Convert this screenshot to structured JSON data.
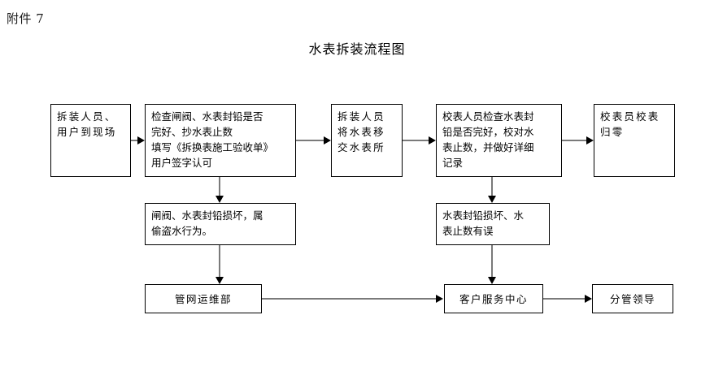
{
  "document": {
    "attachment_label": "附件 7",
    "title": "水表拆装流程图"
  },
  "flowchart": {
    "type": "flowchart",
    "orientation": "left-to-right with downward exception branches",
    "nodes": [
      {
        "id": "n1",
        "label": "拆装人员、\n用户到现场"
      },
      {
        "id": "n2",
        "label": "检查闸阀、水表封铅是否\n完好、抄水表止数\n填写《拆换表施工验收单》\n用户签字认可"
      },
      {
        "id": "n3",
        "label": "拆装人员\n将水表移\n交水表所"
      },
      {
        "id": "n4",
        "label": "校表人员检查水表封\n铅是否完好，校对水\n表止数，并做好详细\n记录"
      },
      {
        "id": "n5",
        "label": "校表员校表\n归零"
      },
      {
        "id": "n6",
        "label": "闸阀、水表封铅损坏，属\n偷盗水行为。"
      },
      {
        "id": "n7",
        "label": "水表封铅损坏、水\n表止数有误"
      },
      {
        "id": "n8",
        "label": "管网运维部"
      },
      {
        "id": "n9",
        "label": "客户服务中心"
      },
      {
        "id": "n10",
        "label": "分管领导"
      }
    ],
    "edges": [
      {
        "from": "n1",
        "to": "n2",
        "direction": "right"
      },
      {
        "from": "n2",
        "to": "n3",
        "direction": "right"
      },
      {
        "from": "n3",
        "to": "n4",
        "direction": "right"
      },
      {
        "from": "n4",
        "to": "n5",
        "direction": "right"
      },
      {
        "from": "n2",
        "to": "n6",
        "direction": "down"
      },
      {
        "from": "n6",
        "to": "n8",
        "direction": "down"
      },
      {
        "from": "n4",
        "to": "n7",
        "direction": "down"
      },
      {
        "from": "n7",
        "to": "n9",
        "direction": "down"
      },
      {
        "from": "n8",
        "to": "n9",
        "direction": "right"
      },
      {
        "from": "n9",
        "to": "n10",
        "direction": "right"
      }
    ],
    "colors": {
      "node_border": "#000000",
      "node_fill": "#ffffff",
      "connector_line": "#7a7a7a",
      "arrowhead": "#000000",
      "text": "#000000"
    }
  }
}
